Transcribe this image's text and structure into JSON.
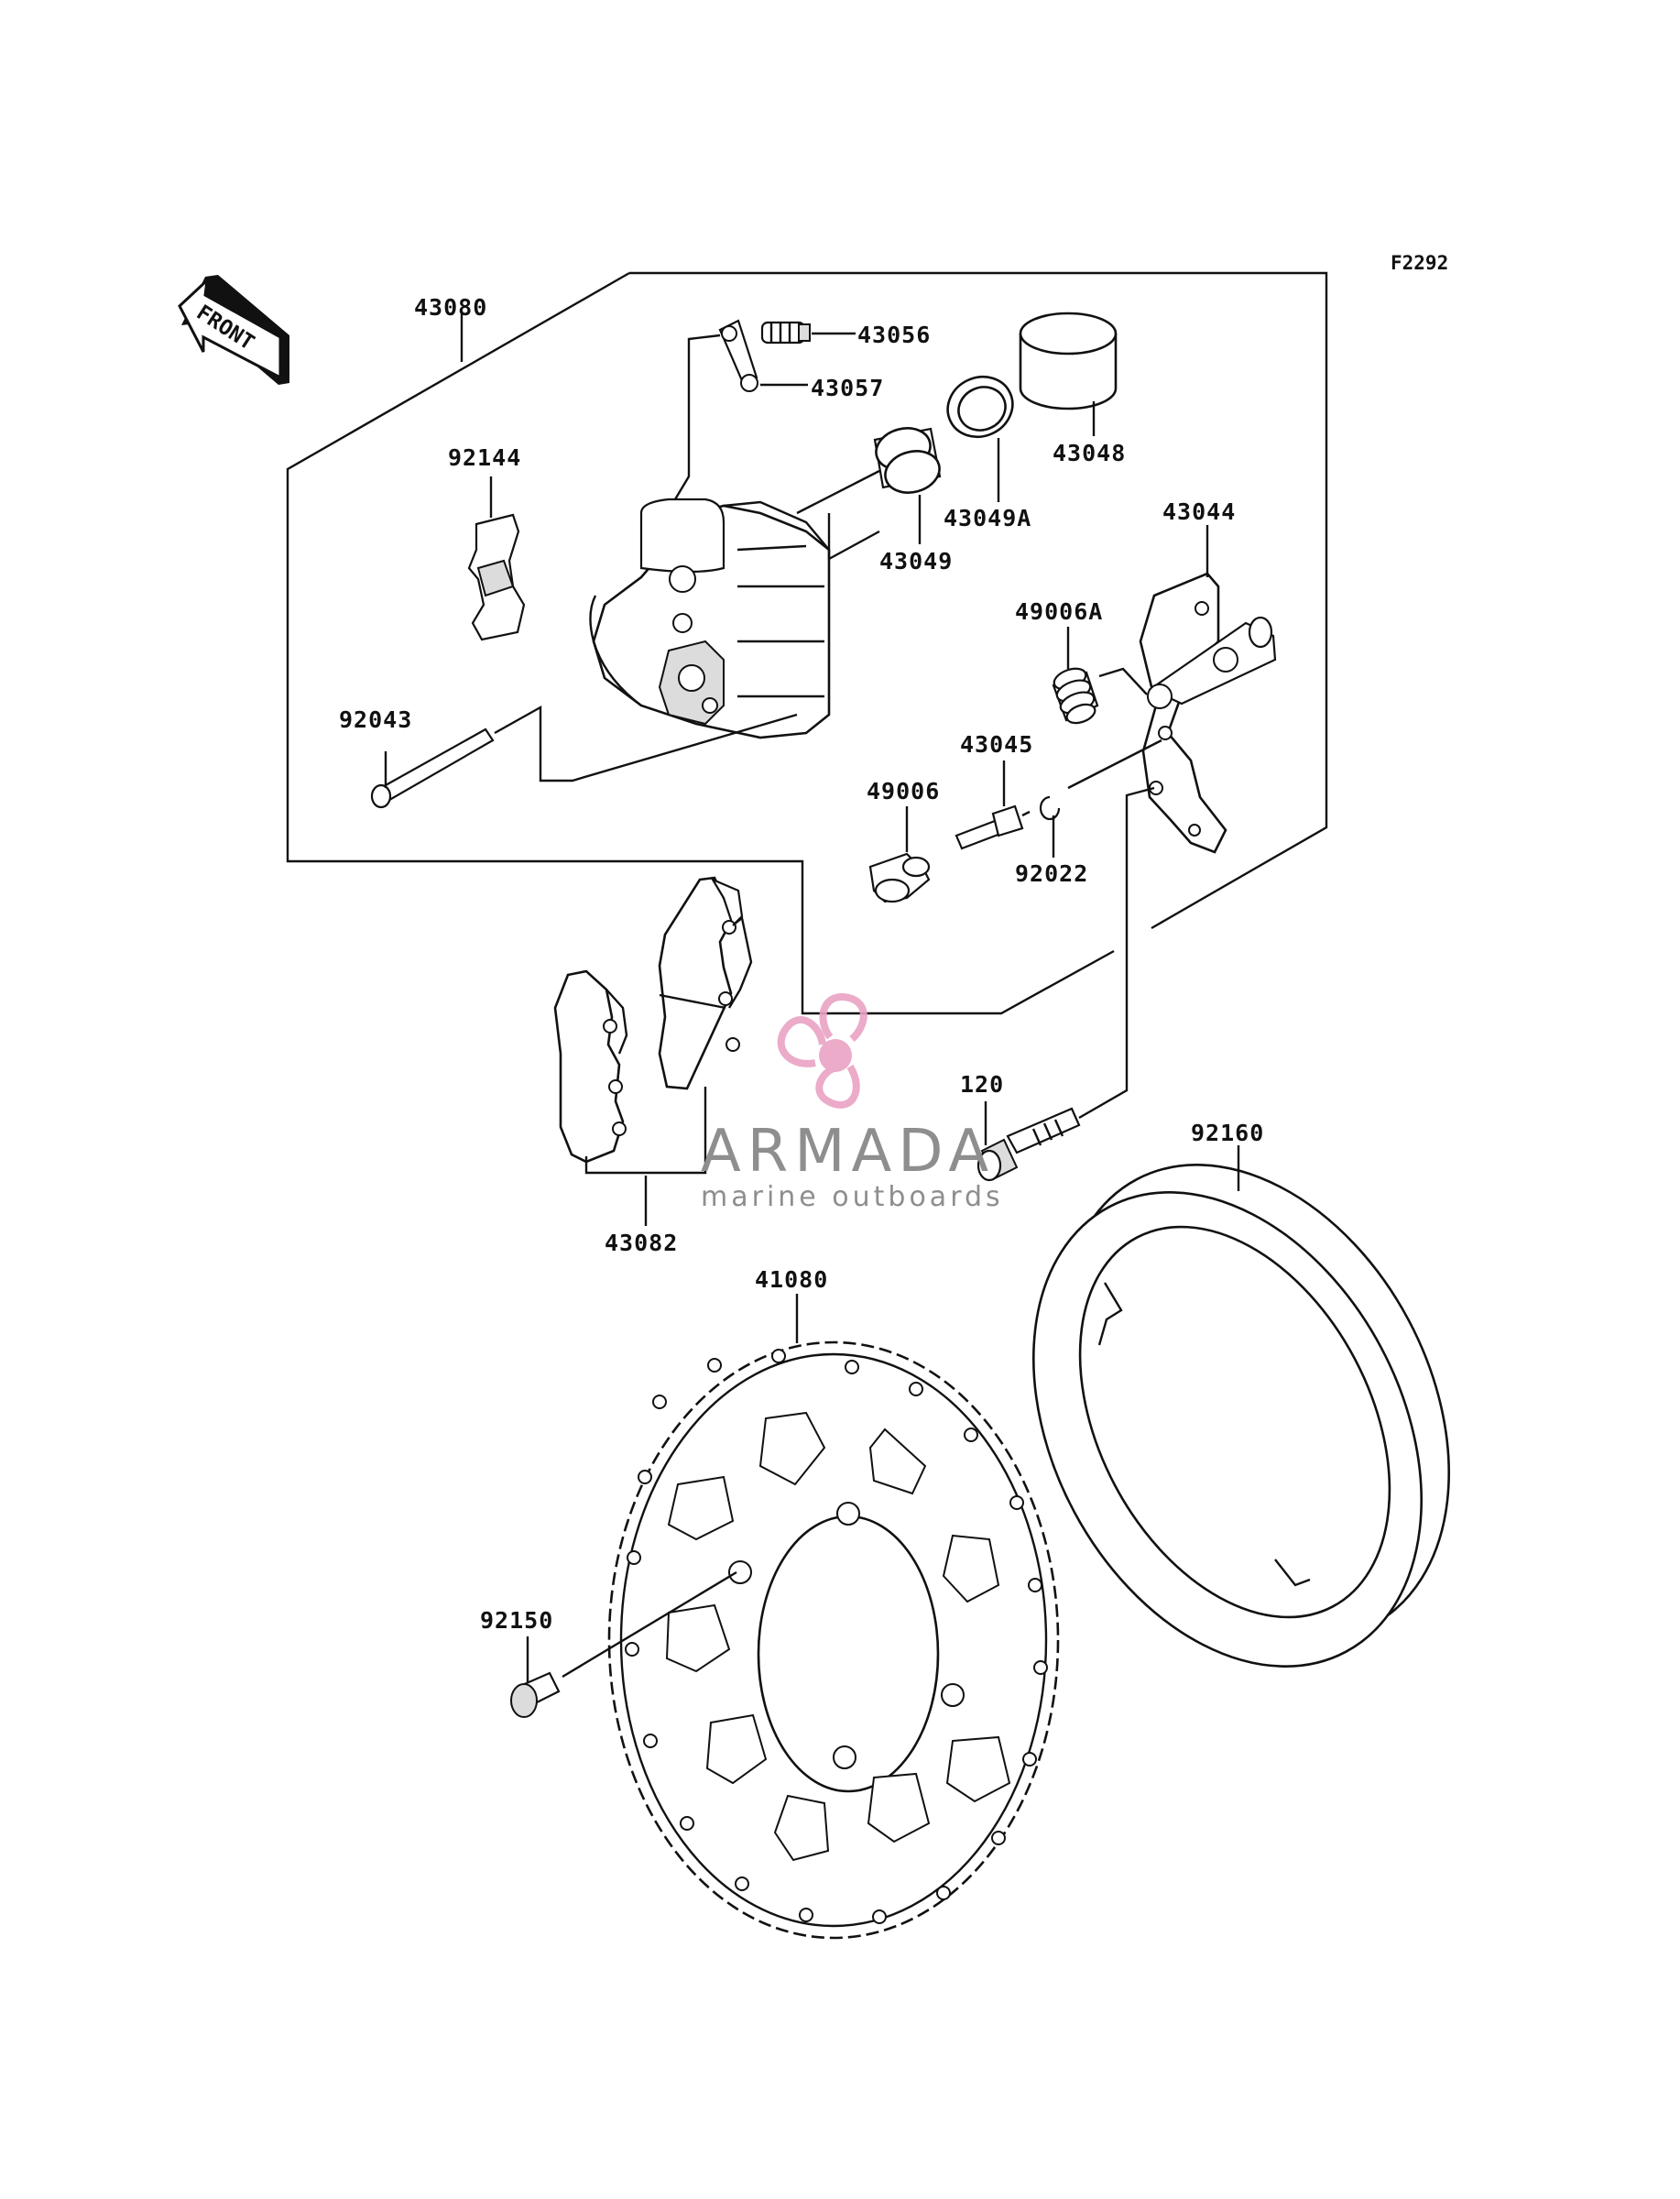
{
  "diagram": {
    "reference": "F2292",
    "front_marker": "FRONT",
    "parts": {
      "caliper_assy": "43080",
      "bleeder_valve": "43056",
      "bleeder_cap": "43057",
      "piston": "43048",
      "dust_seal": "43049A",
      "piston_seal": "43049",
      "caliper_bracket": "43044",
      "boot_a": "49006A",
      "pin_43045": "43045",
      "boot": "49006",
      "circlip": "92022",
      "pad_spring": "92144",
      "pad_pin": "92043",
      "pad_set": "43082",
      "bolt": "120",
      "disc_guard": "92160",
      "disc": "41080",
      "disc_bolt": "92150"
    }
  },
  "watermark": {
    "brand": "ARMADA",
    "tagline": "marine outboards",
    "logo_color": "#e9a3c4"
  }
}
